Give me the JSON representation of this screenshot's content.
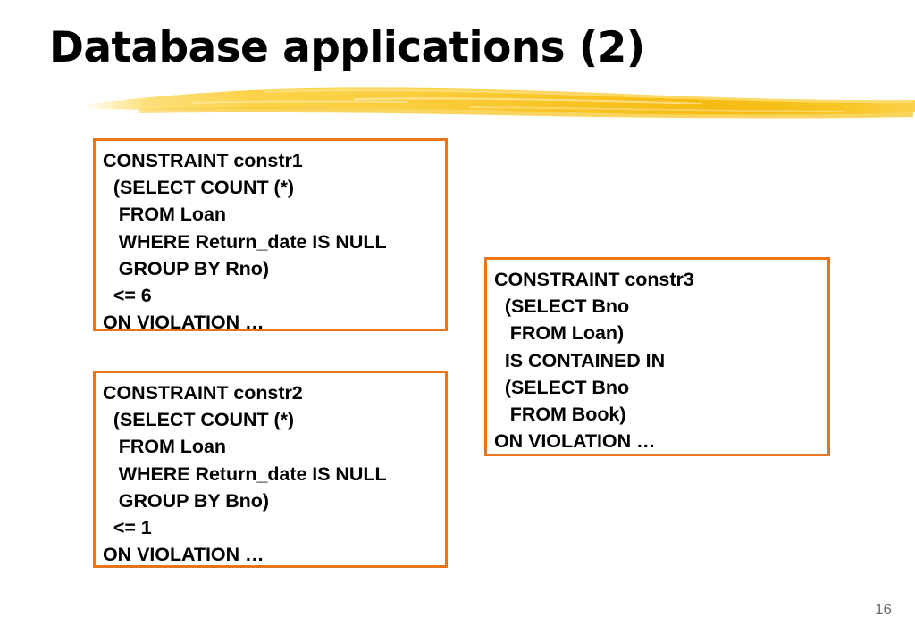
{
  "slide": {
    "title": "Database applications (2)",
    "page_number": "16",
    "accent_color": "#E8741C",
    "brush_color": "#FBD14B",
    "brush_color_dark": "#F2B100",
    "background_color": "#FFFFFF",
    "title_color": "#000000",
    "page_number_color": "#6B6B6B"
  },
  "decorations": {
    "brush_stroke": "brush-stroke-underline"
  },
  "boxes": [
    {
      "name": "constr1",
      "lines": [
        "CONSTRAINT constr1",
        "  (SELECT COUNT (*)",
        "   FROM Loan",
        "   WHERE Return_date IS NULL",
        "   GROUP BY Rno)",
        "  <= 6",
        "ON VIOLATION …"
      ]
    },
    {
      "name": "constr2",
      "lines": [
        "CONSTRAINT constr2",
        "  (SELECT COUNT (*)",
        "   FROM Loan",
        "   WHERE Return_date IS NULL",
        "   GROUP BY Bno)",
        "  <= 1",
        "ON VIOLATION …"
      ]
    },
    {
      "name": "constr3",
      "lines": [
        "CONSTRAINT constr3",
        "  (SELECT Bno",
        "   FROM Loan)",
        "  IS CONTAINED IN",
        "  (SELECT Bno",
        "   FROM Book)",
        "ON VIOLATION …"
      ]
    }
  ]
}
